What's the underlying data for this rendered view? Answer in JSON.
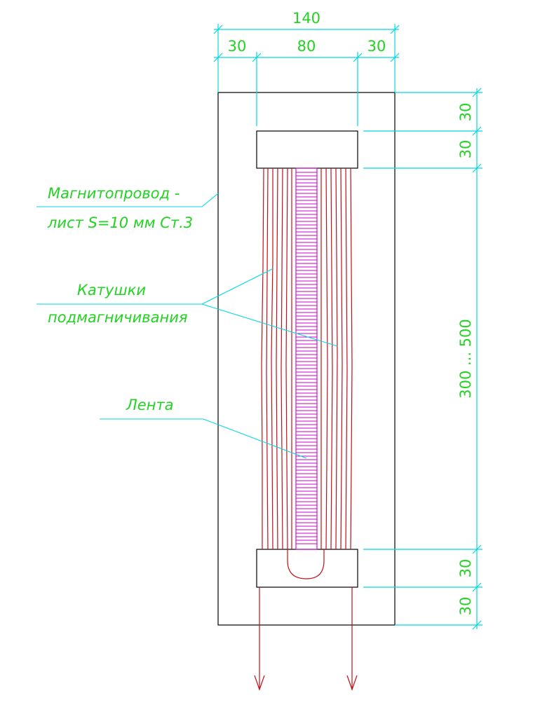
{
  "dimensions": {
    "top_overall": "140",
    "top_left": "30",
    "top_middle": "80",
    "top_right": "30",
    "right_1": "30",
    "right_2": "30",
    "right_3": "300 ... 500",
    "right_4": "30",
    "right_5": "30"
  },
  "labels": {
    "magnetic_core_line1": "Магнитопровод -",
    "magnetic_core_line2": "лист S=10 мм Ст.3",
    "coils_line1": "Катушки",
    "coils_line2": "подмагничивания",
    "tape": "Лента"
  },
  "colors": {
    "dimension_lines": "#00d8e0",
    "text": "#22d322",
    "core_outline": "#000000",
    "coil_wires": "#c0101a",
    "tape": "#cc00cc"
  }
}
